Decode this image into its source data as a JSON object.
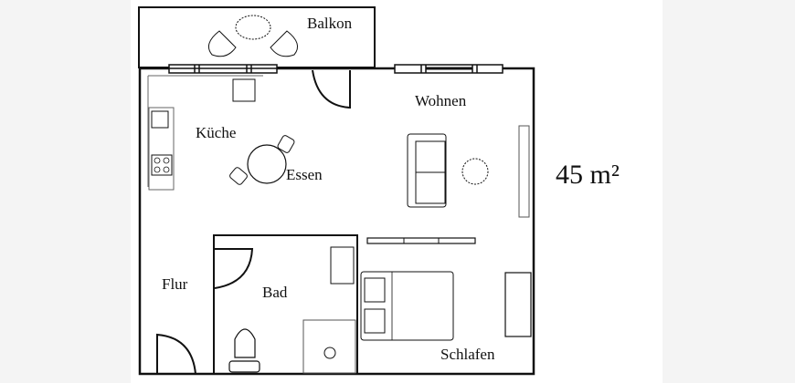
{
  "rooms": {
    "balkon": "Balkon",
    "wohnen": "Wohnen",
    "kueche": "Küche",
    "essen": "Essen",
    "flur": "Flur",
    "bad": "Bad",
    "schlafen": "Schlafen"
  },
  "area": "45 m²"
}
